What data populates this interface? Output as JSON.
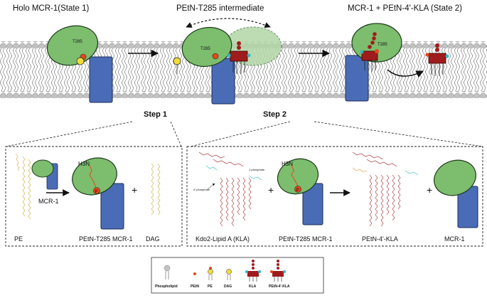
{
  "top": {
    "state1_title": "Holo MCR-1(State 1)",
    "intermediate_title": "PEtN-T285 intermediate",
    "state2_title": "MCR-1 + PEtN-4'-KLA (State 2)",
    "residue": "T285"
  },
  "steps": {
    "step1": "Step 1",
    "step2": "Step 2"
  },
  "panel1": {
    "enzyme_arrow_label": "MCR-1",
    "pe": "PE",
    "petn_mcr1": "PEtN-T285 MCR-1",
    "plus": "+",
    "dag": "DAG",
    "phospho_P": "P",
    "amine": "H3N"
  },
  "panel2": {
    "kla_label": "Kdo2-Lipid A (KLA)",
    "one_phosphate": "1-phosphate",
    "four_phosphate": "4'-phosphate",
    "petn_mcr1": "PEtN-T285 MCR-1",
    "plus": "+",
    "product": "PEtN-4'-KLA",
    "plus2": "+",
    "mcr1": "MCR-1"
  },
  "legend": {
    "items": [
      "Phospholipid",
      "PEtN",
      "PE",
      "DAG",
      "KLA",
      "PEtN-4'-KLA"
    ]
  },
  "colors": {
    "enzyme_green": "#7dbd6e",
    "enzyme_blue": "#4a6cb7",
    "kla_red": "#a01c1c",
    "petn_orange": "#e8461c",
    "dag_yellow": "#f2dc3d",
    "membrane_grey": "#bdbdbd",
    "cyan": "#2fb5c8"
  }
}
